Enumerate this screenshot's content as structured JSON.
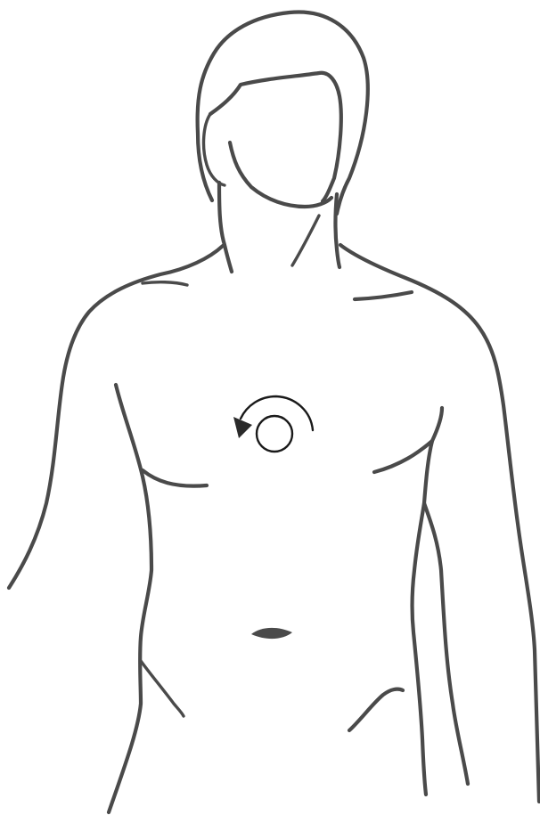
{
  "figure": {
    "subject": "torso-line-drawing",
    "marker": {
      "shape": "circle",
      "motion": "counterclockwise-rotation-arrow"
    },
    "colors": {
      "outline": "#4a4a4a",
      "marker": "#1a1a1a",
      "background": "#ffffff"
    }
  }
}
